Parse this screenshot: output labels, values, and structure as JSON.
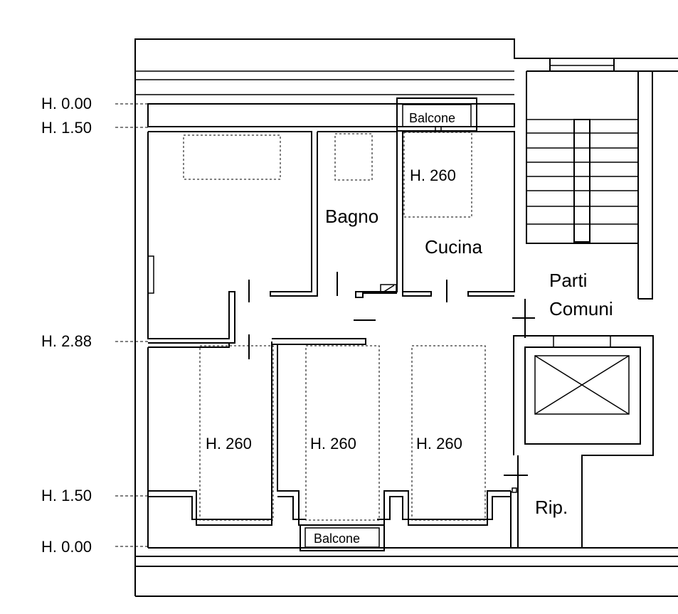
{
  "levels": {
    "top_h000": "H. 0.00",
    "top_h150": "H. 1.50",
    "mid_h288": "H. 2.88",
    "bot_h150": "H. 1.50",
    "bot_h000": "H. 0.00"
  },
  "rooms": {
    "bagno": "Bagno",
    "cucina": "Cucina",
    "parti_line1": "Parti",
    "parti_line2": "Comuni",
    "rip": "Rip."
  },
  "heights": {
    "cucina_height": "H. 260",
    "room_a_height": "H. 260",
    "room_b_height": "H. 260",
    "room_c_height": "H. 260"
  },
  "balconies": {
    "top": "Balcone",
    "bottom": "Balcone"
  }
}
